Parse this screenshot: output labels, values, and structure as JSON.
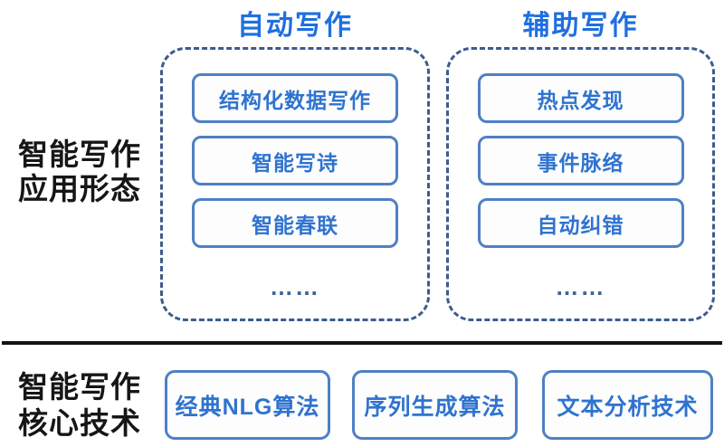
{
  "colors": {
    "title_blue": "#1F6FE0",
    "item_text_blue": "#2F73D0",
    "box_border_blue": "#4E80C4",
    "dashed_border_blue": "#3D5C8C",
    "label_black": "#161616",
    "divider_black": "#141414",
    "background": "#ffffff"
  },
  "applications": {
    "side_label_line1": "智能写作",
    "side_label_line2": "应用形态",
    "groups": [
      {
        "title": "自动写作",
        "items": [
          "结构化数据写作",
          "智能写诗",
          "智能春联"
        ],
        "ellipsis": "……"
      },
      {
        "title": "辅助写作",
        "items": [
          "热点发现",
          "事件脉络",
          "自动纠错"
        ],
        "ellipsis": "……"
      }
    ]
  },
  "technologies": {
    "side_label_line1": "智能写作",
    "side_label_line2": "核心技术",
    "items": [
      "经典NLG算法",
      "序列生成算法",
      "文本分析技术"
    ]
  }
}
